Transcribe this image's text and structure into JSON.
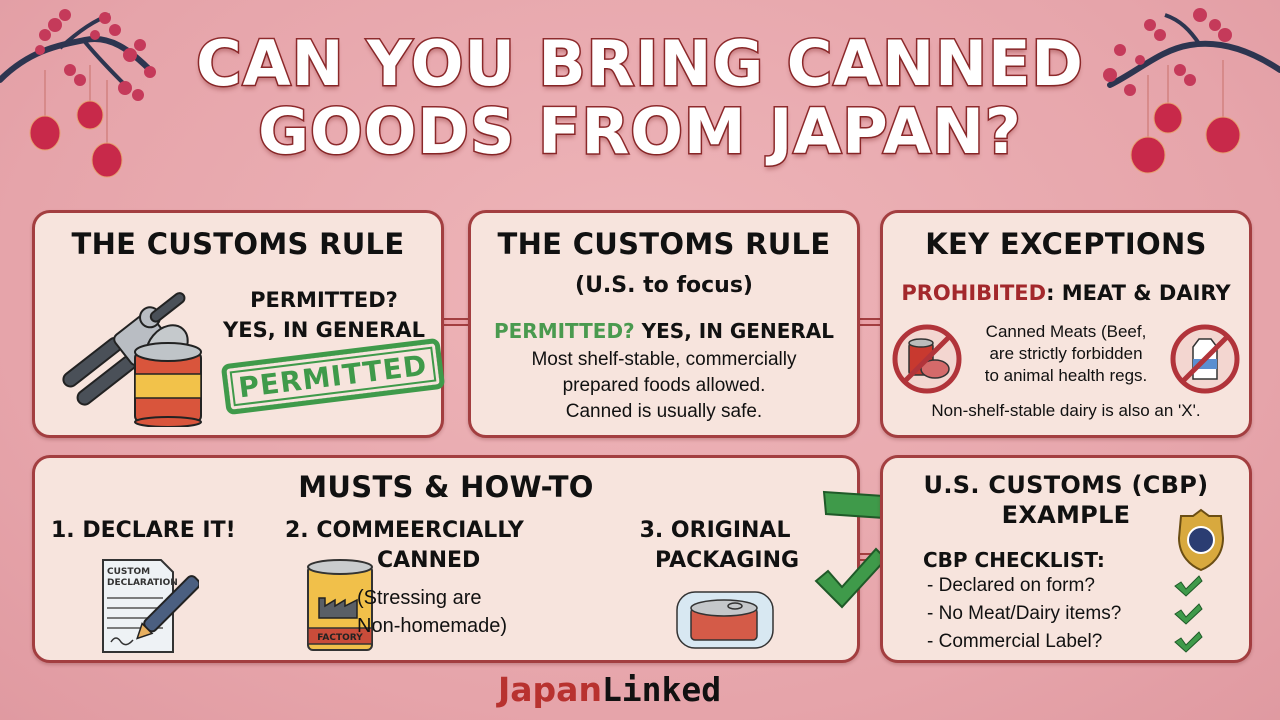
{
  "title": {
    "line1": "CAN YOU BRING CANNED",
    "line2": "GOODS FROM JAPAN?"
  },
  "colors": {
    "background": "#e8a9ae",
    "panel": "#f7e4dd",
    "border": "#a33e40",
    "green": "#4a9a4f",
    "red": "#a3282c"
  },
  "panels": {
    "customs_rule": {
      "heading": "THE CUSTOMS RULE",
      "question": "PERMITTED?",
      "answer": "YES, IN GENERAL",
      "stamp": "PERMITTED",
      "icon": "can-opener-icon"
    },
    "customs_rule_us": {
      "heading": "THE CUSTOMS RULE",
      "subheading": "(U.S. to focus)",
      "permitted_label": "PERMITTED?",
      "permitted_answer": "YES, IN GENERAL",
      "desc_line1": "Most shelf-stable, commercially",
      "desc_line2": "prepared foods allowed.",
      "desc_line3": "Canned is usually safe."
    },
    "key_exceptions": {
      "heading": "KEY EXCEPTIONS",
      "prohibited_label": "PROHIBITED",
      "prohibited_items": ": MEAT & DAIRY",
      "desc_line1": "Canned Meats (Beef,",
      "desc_line2": "are strictly forbidden",
      "desc_line3": "to animal health regs.",
      "footer": "Non-shelf-stable dairy is also an 'X'."
    },
    "musts": {
      "heading": "MUSTS & HOW-TO",
      "step1": "1. DECLARE IT!",
      "step1_icon_text_1": "CUSTOM",
      "step1_icon_text_2": "DECLARATION",
      "step2_line1": "2. COMMEERCIALLY",
      "step2_line2": "CANNED",
      "step2_note_line1": "(Stressing are",
      "step2_note_line2": "Non-homemade)",
      "step2_icon_text": "FACTORY",
      "step3_line1": "3. ORIGINAL",
      "step3_line2": "PACKAGING"
    },
    "cbp": {
      "heading_line1": "U.S. CUSTOMS (CBP)",
      "heading_line2": "EXAMPLE",
      "checklist_title": "CBP CHECKLIST:",
      "items": [
        {
          "label": "- Declared on form?",
          "checked": true
        },
        {
          "label": "- No Meat/Dairy items?",
          "checked": true
        },
        {
          "label": "- Commercial Label?",
          "checked": true
        }
      ]
    }
  },
  "logo": {
    "part1": "Japan",
    "part2": "Linked"
  }
}
